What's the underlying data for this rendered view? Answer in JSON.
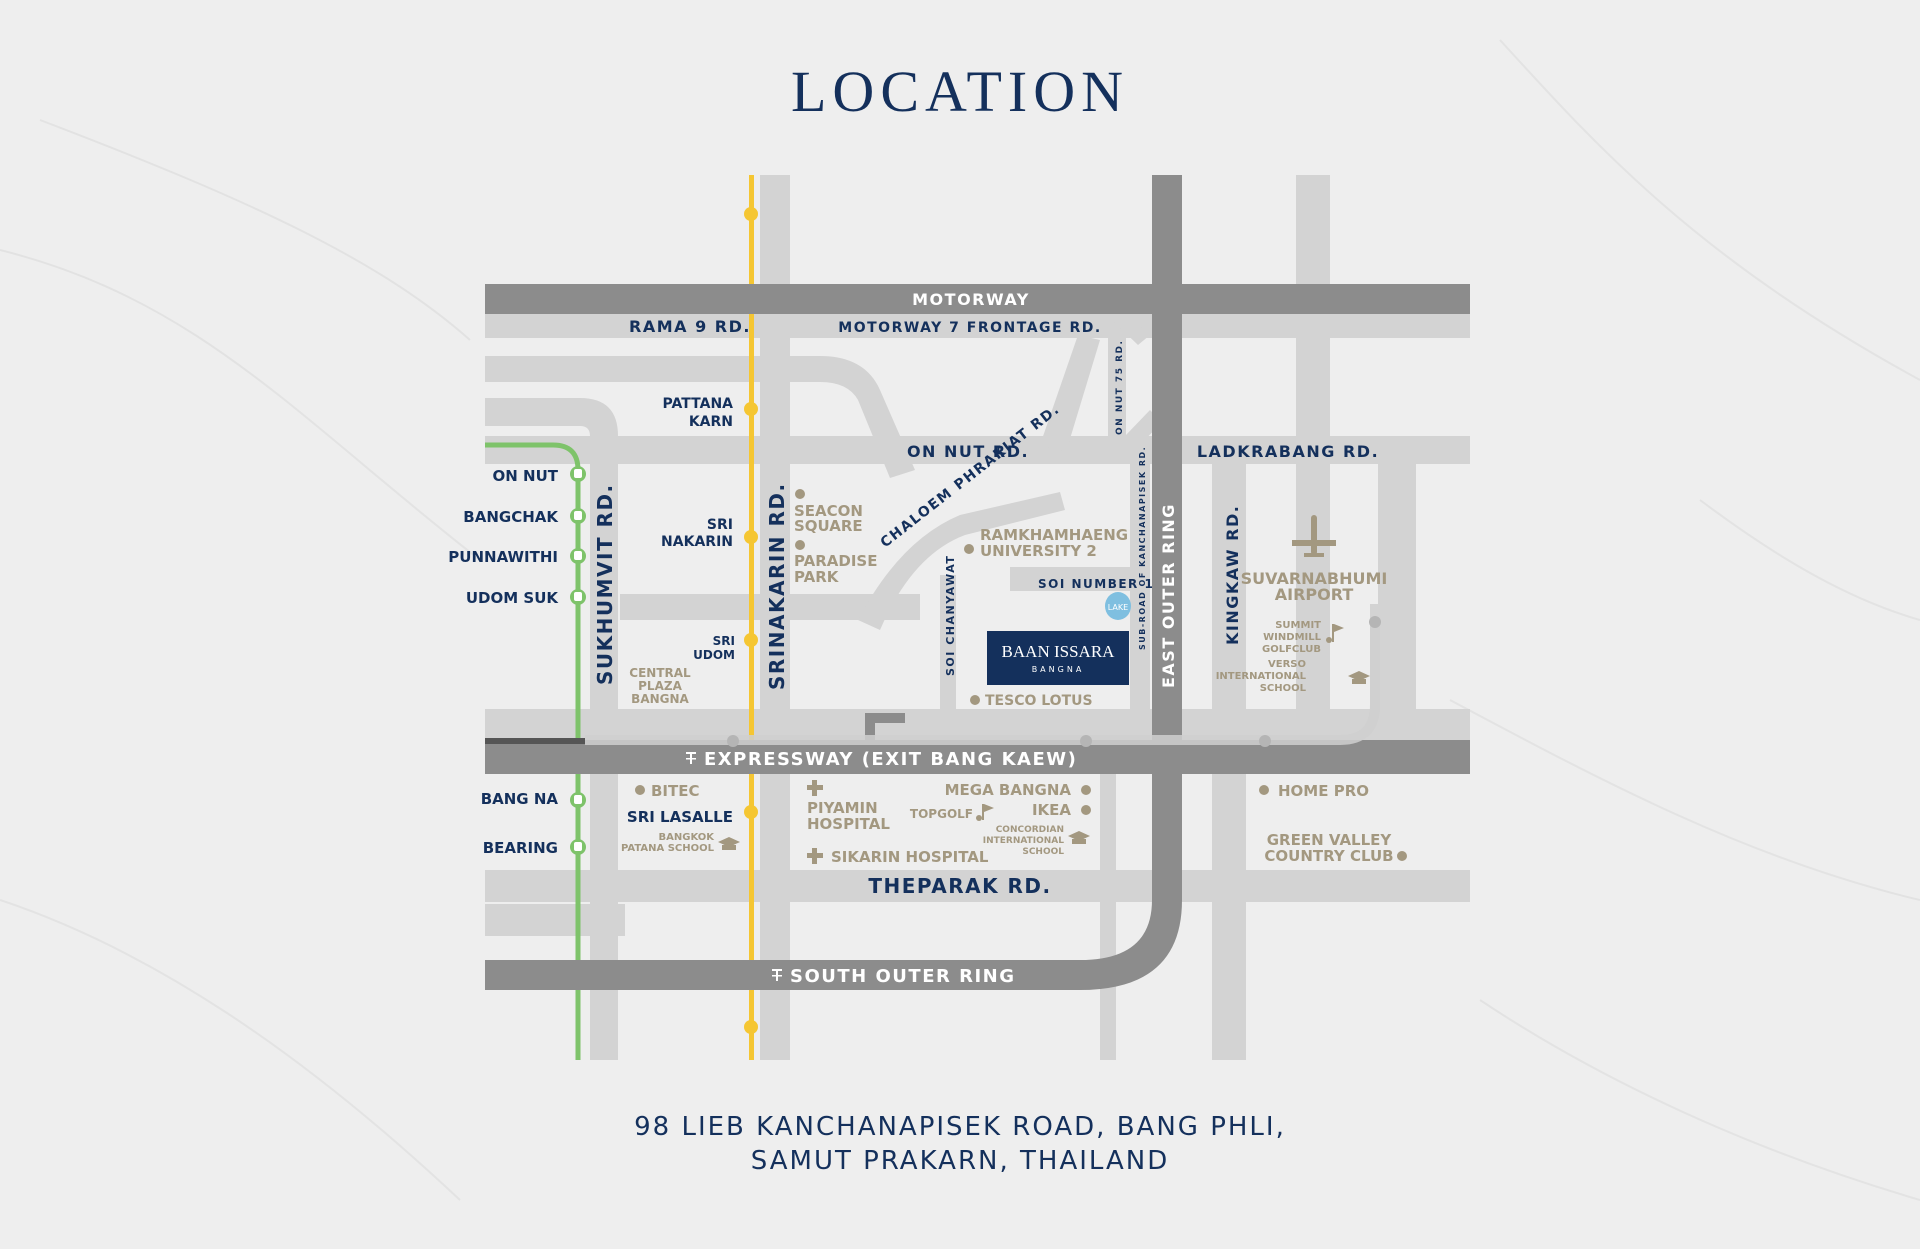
{
  "title": "LOCATION",
  "address": {
    "line1": "98 LIEB KANCHANAPISEK ROAD, BANG PHLI,",
    "line2": "SAMUT PRAKARN, THAILAND"
  },
  "project": {
    "name": "BAAN ISSARA",
    "sub": "BANGNA"
  },
  "colors": {
    "navy": "#14305c",
    "green_line": "#7ec36a",
    "yellow_line": "#f5c632",
    "road_major": "#8c8c8c",
    "road_minor": "#d3d3d3",
    "poi": "#a39880",
    "lake": "#7fbfe0"
  },
  "roads": {
    "motorway": "MOTORWAY",
    "rama9": "RAMA 9 RD.",
    "motorway_frontage": "MOTORWAY 7 FRONTAGE RD.",
    "on_nut": "ON NUT RD.",
    "ladkrabang": "LADKRABANG RD.",
    "chaloem": "CHALOEM PHRAKIAT RD.",
    "sukhumvit": "SUKHUMVIT RD.",
    "srinakarin": "SRINAKARIN RD.",
    "east_outer_ring": "EAST OUTER RING",
    "kingkaw": "KINGKAW RD.",
    "on_nut_75": "ON NUT 75 RD.",
    "sub_road": "SUB-ROAD OF KANCHANAPISEK RD.",
    "soi_chanyawat": "SOI CHANYAWAT",
    "soi_number_1": "SOI NUMBER 1",
    "expressway": "EXPRESSWAY (EXIT BANG KAEW)",
    "theparak": "THEPARAK RD.",
    "south_outer_ring": "SOUTH OUTER RING"
  },
  "green_stations": [
    "ON NUT",
    "BANGCHAK",
    "PUNNAWITHI",
    "UDOM SUK",
    "BANG NA",
    "BEARING"
  ],
  "yellow_stations": {
    "pattana_1": "PATTANA",
    "pattana_2": "KARN",
    "sri_nakarin_1": "SRI",
    "sri_nakarin_2": "NAKARIN",
    "sri_udom_1": "SRI",
    "sri_udom_2": "UDOM",
    "sri_lasalle": "SRI LASALLE"
  },
  "pois": {
    "seacon_1": "SEACON",
    "seacon_2": "SQUARE",
    "paradise_1": "PARADISE",
    "paradise_2": "PARK",
    "central_1": "CENTRAL",
    "central_2": "PLAZA",
    "central_3": "BANGNA",
    "ramkham_1": "RAMKHAMHAENG",
    "ramkham_2": "UNIVERSITY 2",
    "lake": "LAKE",
    "tesco": "TESCO LOTUS",
    "airport_1": "SUVARNABHUMI",
    "airport_2": "AIRPORT",
    "summit_1": "SUMMIT",
    "summit_2": "WINDMILL",
    "summit_3": "GOLFCLUB",
    "verso_1": "VERSO",
    "verso_2": "INTERNATIONAL",
    "verso_3": "SCHOOL",
    "bitec": "BITEC",
    "bkk_patana_1": "BANGKOK",
    "bkk_patana_2": "PATANA SCHOOL",
    "piyamin_1": "PIYAMIN",
    "piyamin_2": "HOSPITAL",
    "sikarin": "SIKARIN HOSPITAL",
    "mega": "MEGA BANGNA",
    "ikea": "IKEA",
    "topgolf": "TOPGOLF",
    "concordian_1": "CONCORDIAN",
    "concordian_2": "INTERNATIONAL",
    "concordian_3": "SCHOOL",
    "homepro": "HOME PRO",
    "green_valley_1": "GREEN VALLEY",
    "green_valley_2": "COUNTRY CLUB"
  },
  "icons": [
    "train-icon",
    "airplane-icon",
    "graduation-cap-icon",
    "golf-icon",
    "hospital-cross-icon",
    "expressway-icon"
  ]
}
